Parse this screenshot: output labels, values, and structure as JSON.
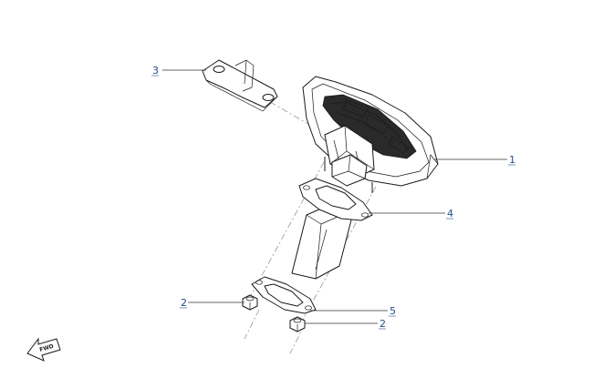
{
  "callouts": [
    {
      "id": "c1",
      "number": "1"
    },
    {
      "id": "c2a",
      "number": "2"
    },
    {
      "id": "c2b",
      "number": "2"
    },
    {
      "id": "c3",
      "number": "3"
    },
    {
      "id": "c4",
      "number": "4"
    },
    {
      "id": "c5",
      "number": "5"
    }
  ],
  "fwd": {
    "label": "FWD"
  },
  "colors": {
    "callout": "#1f4e8a",
    "line": "#1a1a1a",
    "dash": "#888888"
  }
}
